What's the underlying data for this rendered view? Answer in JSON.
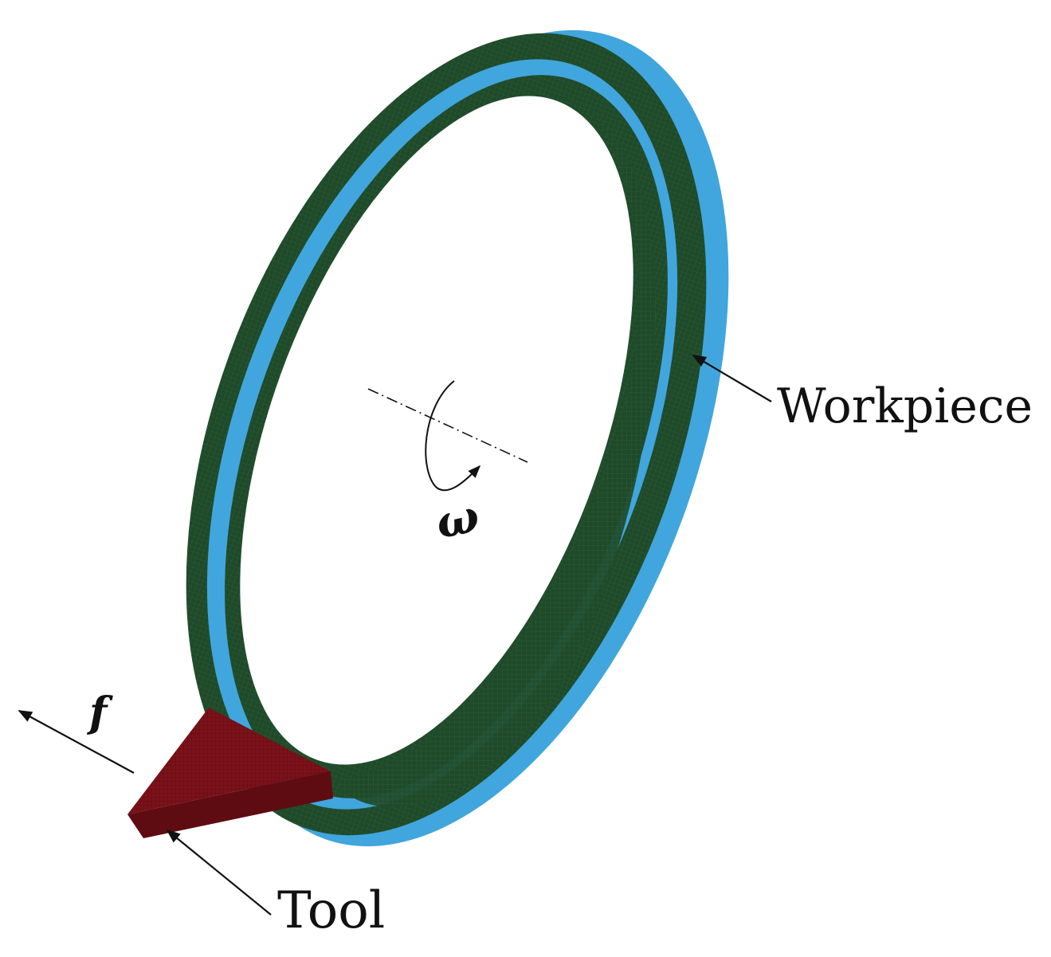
{
  "diagram": {
    "labels": {
      "workpiece": "Workpiece",
      "tool": "Tool",
      "feed_symbol": "f",
      "rotation_symbol": "ω"
    },
    "colors": {
      "ring_mesh": "#1f4a2a",
      "ring_outer_band": "#41a6dd",
      "tool": "#7c1119",
      "arrows": "#111111"
    },
    "parts": [
      "ring-workpiece",
      "cutting-tool",
      "rotation-axis"
    ]
  }
}
